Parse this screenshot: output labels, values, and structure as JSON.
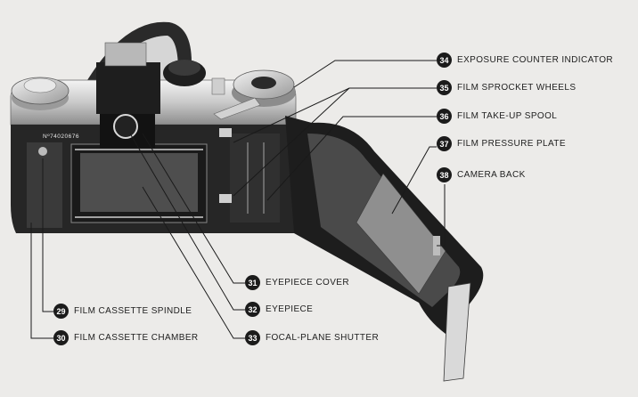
{
  "serial_number": "Nº74020676",
  "callouts": [
    {
      "number": "34",
      "label": "EXPOSURE COUNTER INDICATOR"
    },
    {
      "number": "35",
      "label": "FILM SPROCKET WHEELS"
    },
    {
      "number": "36",
      "label": "FILM TAKE-UP SPOOL"
    },
    {
      "number": "37",
      "label": "FILM PRESSURE PLATE"
    },
    {
      "number": "38",
      "label": "CAMERA BACK"
    },
    {
      "number": "31",
      "label": "EYEPIECE COVER"
    },
    {
      "number": "32",
      "label": "EYEPIECE"
    },
    {
      "number": "33",
      "label": "FOCAL-PLANE SHUTTER"
    },
    {
      "number": "29",
      "label": "FILM CASSETTE SPINDLE"
    },
    {
      "number": "30",
      "label": "FILM CASSETTE CHAMBER"
    }
  ],
  "colors": {
    "background": "#ecebe9",
    "badge": "#1b1b1b",
    "leader": "#1a1a1a"
  }
}
